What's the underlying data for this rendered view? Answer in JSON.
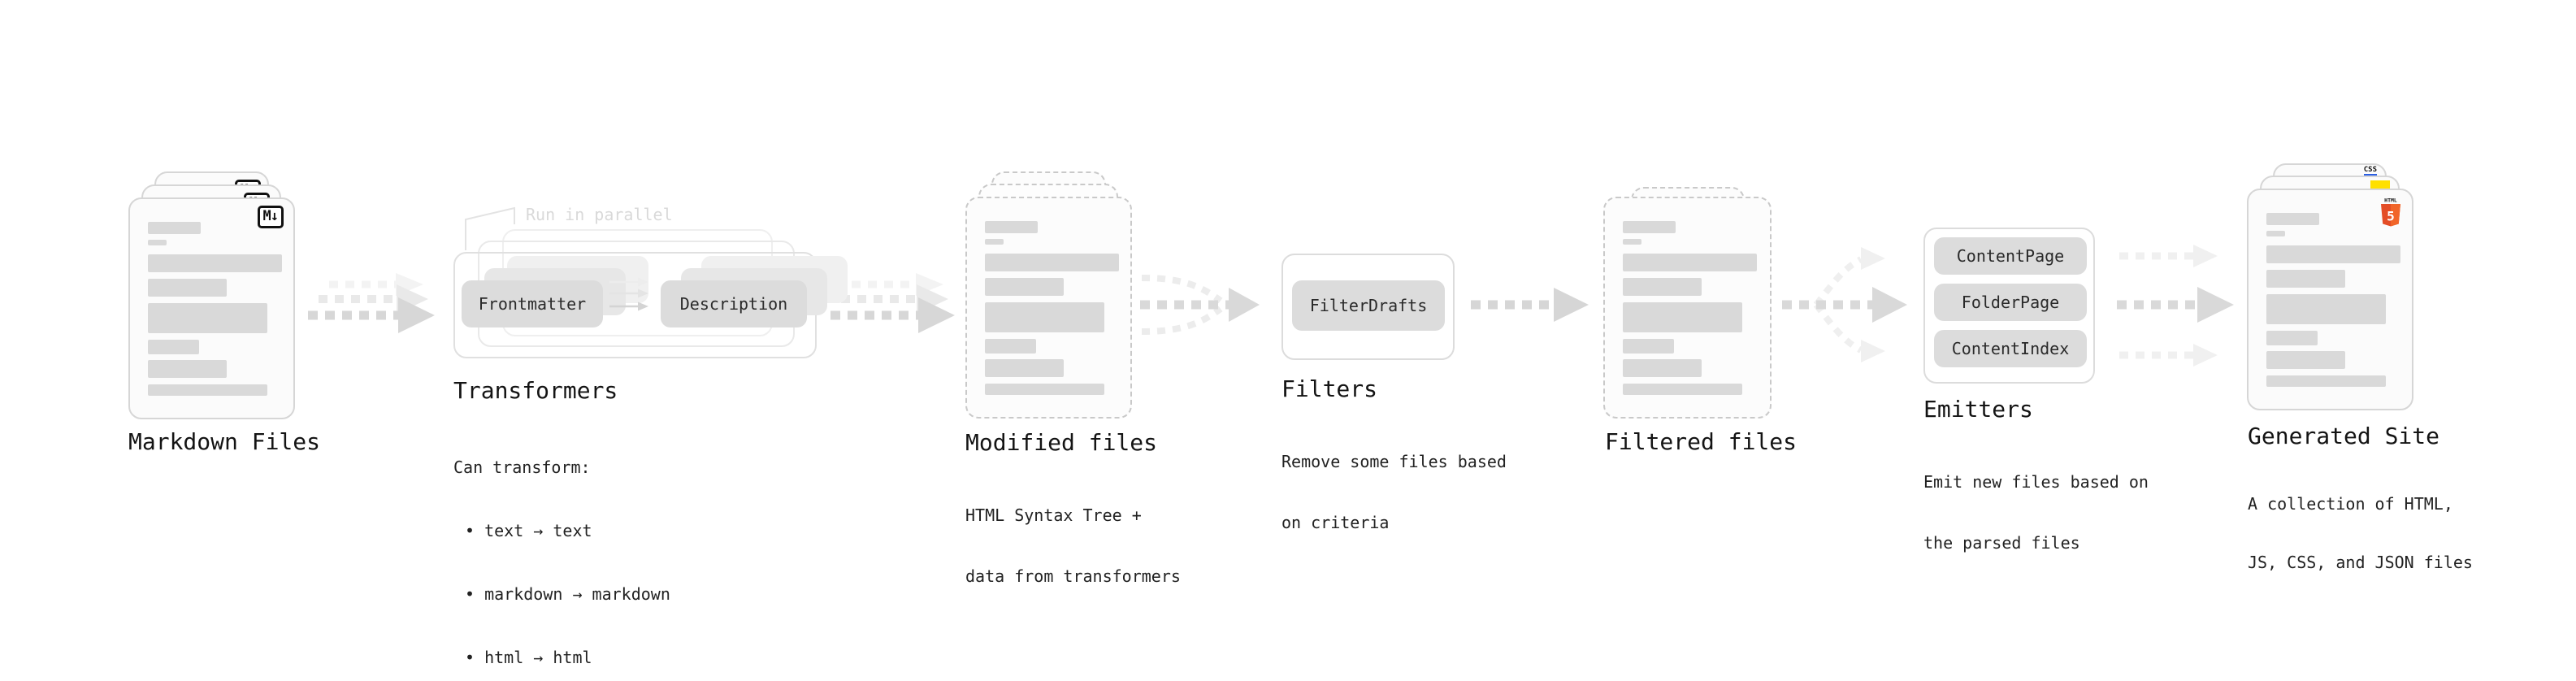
{
  "stages": {
    "markdown_files": {
      "label": "Markdown Files",
      "badge": "M↓"
    },
    "transformers": {
      "label": "Transformers",
      "annotation": "Run in parallel",
      "pills": {
        "frontmatter": "Frontmatter",
        "description": "Description"
      },
      "desc_lines": [
        "Can transform:",
        "• text → text",
        "• markdown → markdown",
        "• html → html"
      ]
    },
    "modified_files": {
      "label": "Modified files",
      "desc_lines": [
        "HTML Syntax Tree +",
        "data from transformers"
      ]
    },
    "filters": {
      "label": "Filters",
      "pills": {
        "filter_drafts": "FilterDrafts"
      },
      "desc_lines": [
        "Remove some files based",
        "on criteria"
      ]
    },
    "filtered_files": {
      "label": "Filtered files"
    },
    "emitters": {
      "label": "Emitters",
      "pills": {
        "content_page": "ContentPage",
        "folder_page": "FolderPage",
        "content_index": "ContentIndex"
      },
      "desc_lines": [
        "Emit new files based on",
        "the parsed files"
      ]
    },
    "generated_site": {
      "label": "Generated Site",
      "desc_lines": [
        "A collection of HTML,",
        "JS, CSS, and JSON files"
      ],
      "icons": {
        "css_label": "CSS",
        "html_label": "HTML",
        "html_number": "5"
      }
    }
  },
  "colors": {
    "arrow_front": "#d7d7d7",
    "arrow_mid": "#e9e9e9",
    "arrow_back": "#f3f3f3",
    "bar": "#d9d9d9",
    "html5_dark": "#e44d26",
    "html5_light": "#f16529",
    "js_yellow": "#ffe000",
    "css_blue": "#2b5fe3",
    "text": "#141414",
    "muted": "#d9d9d9"
  }
}
